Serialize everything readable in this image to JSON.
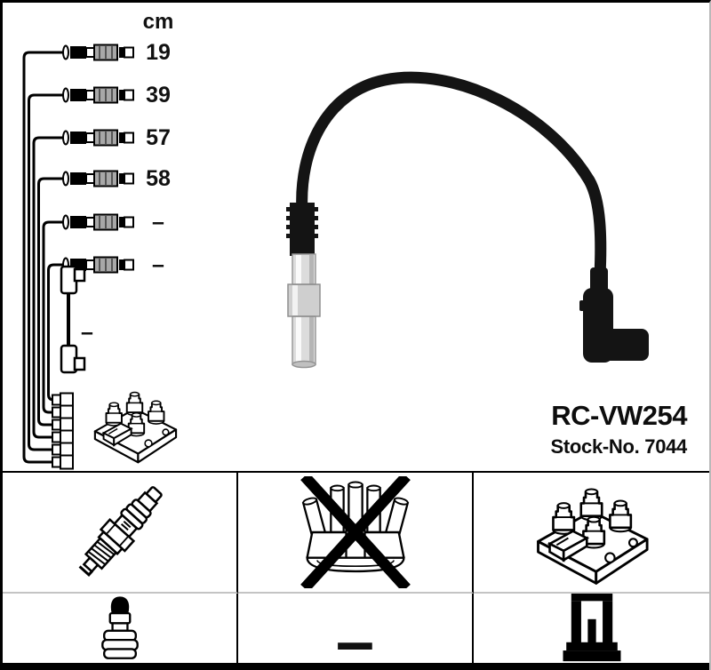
{
  "product": {
    "part_number": "RC-VW254",
    "stock_number": "Stock-No. 7044"
  },
  "length_table": {
    "unit": "cm",
    "cable_lengths": [
      "19",
      "39",
      "57",
      "58",
      "–",
      "–"
    ],
    "link_cable_length": "–"
  },
  "legend": {
    "dash_label": "–",
    "cells": [
      {
        "icon": "spark-plug-icon",
        "crossed_out": false
      },
      {
        "icon": "distributor-cap-icon",
        "crossed_out": true
      },
      {
        "icon": "ignition-coil-icon",
        "crossed_out": false
      },
      {
        "icon": "plug-connector-icon",
        "crossed_out": false
      },
      {
        "icon": "dash",
        "crossed_out": false
      },
      {
        "icon": "coil-terminal-icon",
        "crossed_out": false
      }
    ]
  },
  "colors": {
    "ink": "#000000",
    "background": "#ffffff",
    "grid_divider": "#c4c4c4",
    "metal_light": "#dcdcdc",
    "metal_mid": "#b5b5b5",
    "boot_black": "#141414"
  }
}
